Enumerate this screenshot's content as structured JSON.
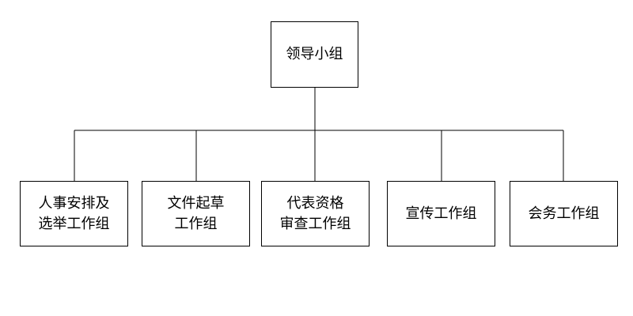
{
  "root": {
    "label": "领导小组"
  },
  "groups": [
    {
      "line1": "人事安排及",
      "line2": "选举工作组"
    },
    {
      "line1": "文件起草",
      "line2": "工作组"
    },
    {
      "line1": "代表资格",
      "line2": "审查工作组"
    },
    {
      "line1": "宣传工作组",
      "line2": ""
    },
    {
      "line1": "会务工作组",
      "line2": ""
    }
  ],
  "colors": {
    "line": "#000000",
    "border": "#000000",
    "background": "#ffffff"
  }
}
